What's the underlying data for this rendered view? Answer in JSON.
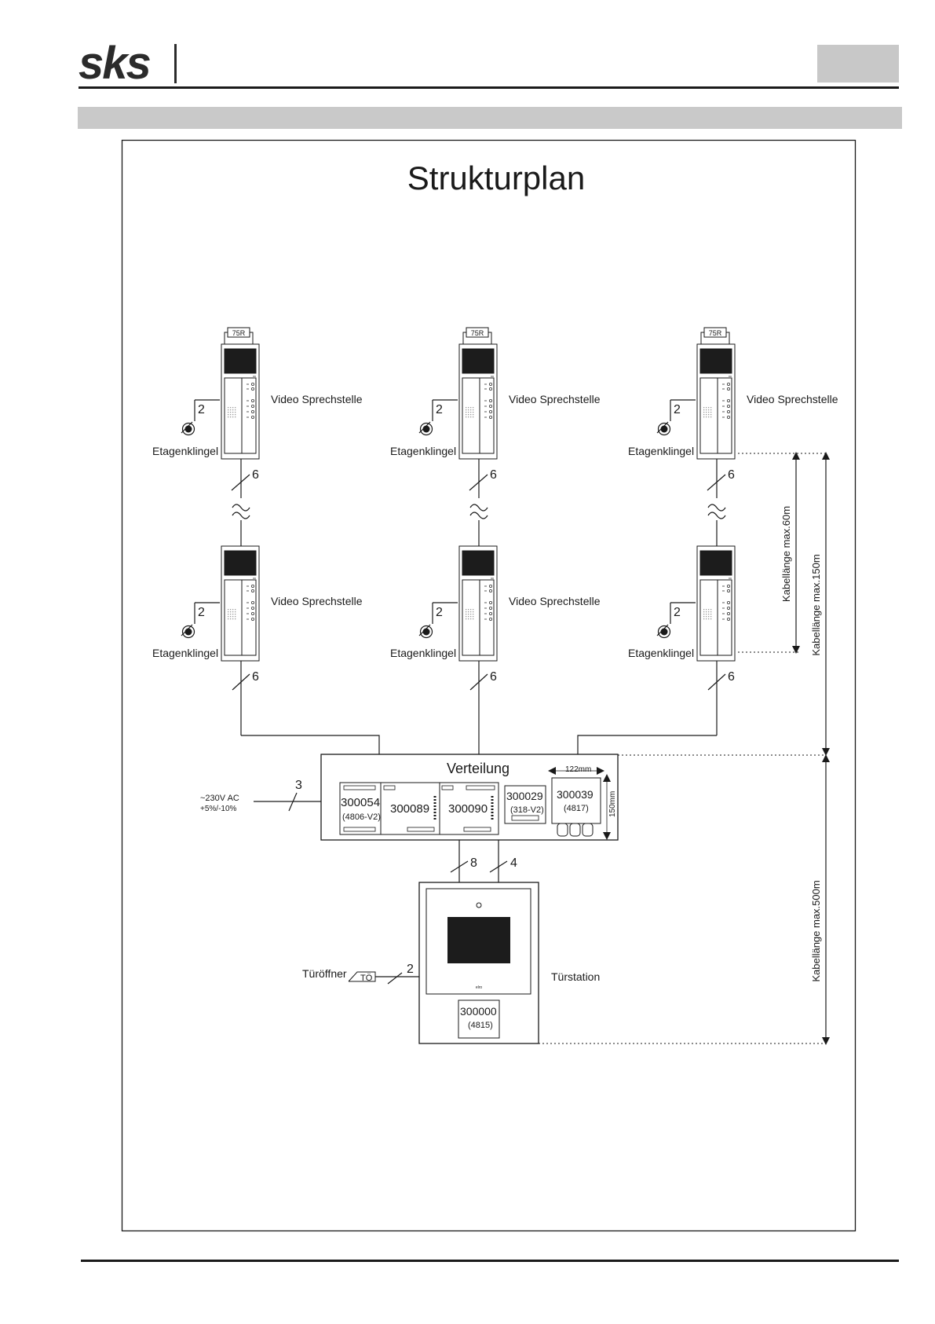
{
  "header": {
    "logo": "sks"
  },
  "diagram": {
    "title": "Strukturplan",
    "monitor_label": "Video Sprechstelle",
    "bell_label": "Etagenklingel",
    "res_label": "75R",
    "bell_wire": "2",
    "bus_wire": "6",
    "distribution": {
      "title": "Verteilung",
      "modules": [
        {
          "num": "300054",
          "sub": "(4806-V2)"
        },
        {
          "num": "300089",
          "sub": ""
        },
        {
          "num": "300090",
          "sub": ""
        },
        {
          "num": "300029",
          "sub": "(318-V2)"
        },
        {
          "num": "300039",
          "sub": "(4817)"
        }
      ],
      "dim_width": "122mm",
      "dim_height": "150mm"
    },
    "power": {
      "line1": "~230V AC",
      "line2": "+5%/-10%",
      "wire": "3"
    },
    "door_wires": [
      "8",
      "4"
    ],
    "door_station": {
      "label": "Türstation",
      "module_num": "300000",
      "module_sub": "(4815)",
      "brand_mark": "elro"
    },
    "door_opener": {
      "label": "Türöffner",
      "box": "TÖ",
      "wire": "2"
    },
    "cable_lengths": [
      "Kabellänge max.60m",
      "Kabellänge max.150m",
      "Kabellänge max.500m"
    ]
  }
}
